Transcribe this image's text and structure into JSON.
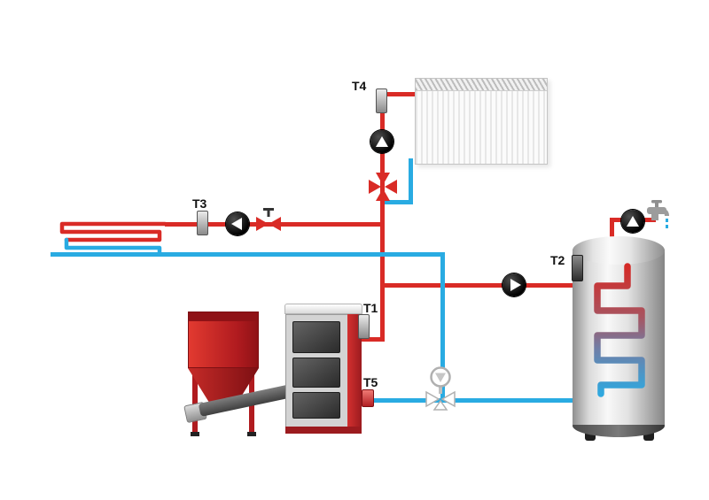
{
  "sensors": {
    "t1": {
      "label": "T1"
    },
    "t2": {
      "label": "T2"
    },
    "t3": {
      "label": "T3"
    },
    "t4": {
      "label": "T4"
    },
    "t5": {
      "label": "T5"
    }
  },
  "colors": {
    "hot_pipe": "#d92b26",
    "cold_pipe": "#29abe2",
    "pump_body": "#141414",
    "valve_red": "#d92b26",
    "valve_gray": "#b0b0b0",
    "hopper_red": "#b01b1f",
    "tank_gray": "#bdbdbd"
  },
  "icons": {
    "pump": "black-circle-with-white-triangle",
    "mixing_valve_4way": "four-red-triangles-cross",
    "valve_3way": "red-bowtie-with-black-handle",
    "thermic_valve_group": "gray-pump-and-three-way-valve",
    "faucet": "gray-tap-with-blue-drips"
  },
  "components": {
    "radiator": "panel-radiator",
    "buffer_tank": "storage-tank-with-heating-coil",
    "boiler": "solid-fuel-pellet-boiler",
    "pellet_hopper": "pellet-hopper-with-auger-feeder",
    "floor_heating": "underfloor-heating-loop"
  }
}
